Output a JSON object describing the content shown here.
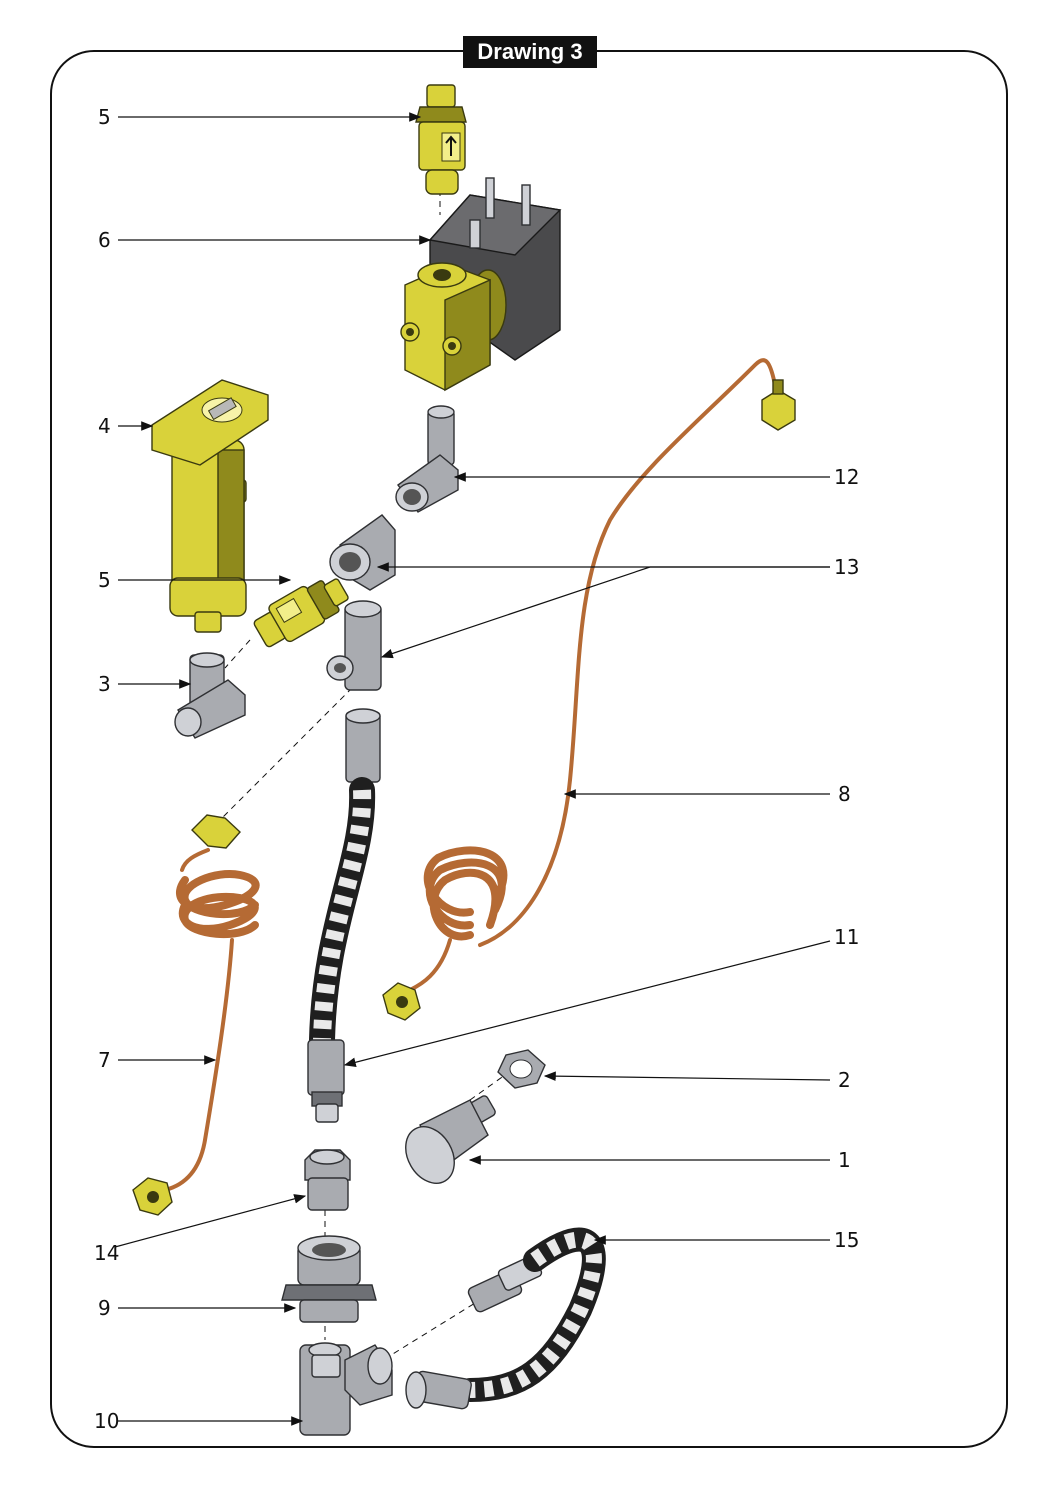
{
  "title": "Drawing 3",
  "callouts": {
    "c1": "1",
    "c2": "2",
    "c3": "3",
    "c4": "4",
    "c5a": "5",
    "c5b": "5",
    "c6": "6",
    "c7": "7",
    "c8": "8",
    "c9": "9",
    "c10": "10",
    "c11": "11",
    "c12": "12",
    "c13": "13",
    "c14": "14",
    "c15": "15"
  },
  "colors": {
    "brass": "#d9d23a",
    "copper": "#b56a34",
    "steel": "#a9abb0",
    "coil": "#4a4a4c",
    "hose": "#1f1f1f"
  }
}
